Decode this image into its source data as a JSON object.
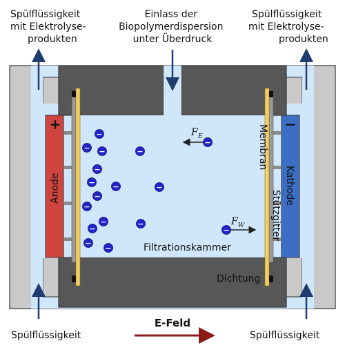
{
  "labels": {
    "top_left": [
      "Spülflüssigkeit",
      "mit Elektrolyse-",
      "produkten"
    ],
    "top_center": [
      "Einlass der",
      "Biopolymerdispersion",
      "unter Überdruck"
    ],
    "top_right": [
      "Spülflüssigkeit",
      "mit Elektrolyse-",
      "produkten"
    ],
    "bottom_left": "Spülflüssigkeit",
    "bottom_right": "Spülflüssigkeit",
    "e_field": "E-Feld",
    "anode": "Anode",
    "kathode": "Kathode",
    "membran": "Membran",
    "stuetzgitter": "Stützgitter",
    "filtrationskammer": "Filtrationskammer",
    "dichtung": "Dichtung",
    "plus": "+",
    "minus": "−",
    "ion_sign": "−",
    "force_e": "F",
    "force_e_sub": "E",
    "force_w": "F",
    "force_w_sub": "W"
  },
  "colors": {
    "anode": "#d0443f",
    "kathode": "#3c6ec4",
    "membrane": "#f2cf62",
    "fluid": "#cfe6fb",
    "ion": "#2424c8",
    "housing": "#c9c9c9",
    "block": "#575757",
    "arrow_flow": "#1e3c6e",
    "arrow_field": "#8b1a1a"
  },
  "ion_count": 17,
  "icons": [
    "arrow-up-icon",
    "arrow-down-icon",
    "arrow-right-icon",
    "arrow-left-icon",
    "negative-ion-icon"
  ]
}
